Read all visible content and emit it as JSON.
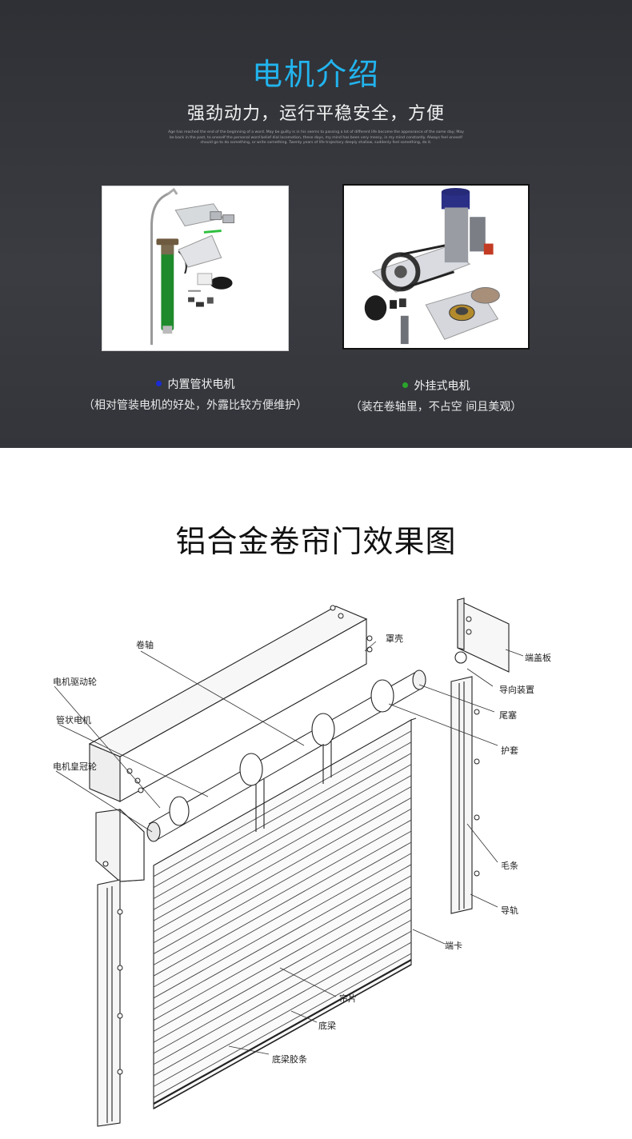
{
  "motor_section": {
    "title": "电机介绍",
    "subtitle": "强劲动力，运行平稳安全，方便",
    "fine_print": "Age has reached the end of the beginning of a word. May be guilty is in his seems to passing a lot of different life become the appearance of the same day; May be back in the past, to oneself the personal word belief dial locomotion, these days, my mind has been very messy, in my mind constantly. Always feel oneself should go to do something, or write something. Twenty years of life trajectory deeply shallow, suddenly feel something, do it.",
    "products": [
      {
        "name": "内置管状电机",
        "note": "（相对管装电机的好处，外露比较方便维护）",
        "dot_color": "#1a2bd6"
      },
      {
        "name": "外挂式电机",
        "note": "（装在卷轴里，不占空 间且美观）",
        "dot_color": "#2aa52a"
      }
    ],
    "accent_color": "#22b4ee"
  },
  "diagram_section": {
    "title": "铝合金卷帘门效果图",
    "labels": {
      "reel_shaft": "卷轴",
      "hood": "罩壳",
      "end_cover": "端盖板",
      "motor_drive_wheel": "电机驱动轮",
      "guide_device": "导向装置",
      "tubular_motor": "管状电机",
      "tail_plug": "尾塞",
      "sleeve": "护套",
      "motor_crown_wheel": "电机皇冠轮",
      "brush_strip": "毛条",
      "guide_rail": "导轨",
      "end_clip": "端卡",
      "curtain_slat": "帘片",
      "bottom_beam": "底梁",
      "bottom_rubber": "底梁胶条"
    }
  }
}
